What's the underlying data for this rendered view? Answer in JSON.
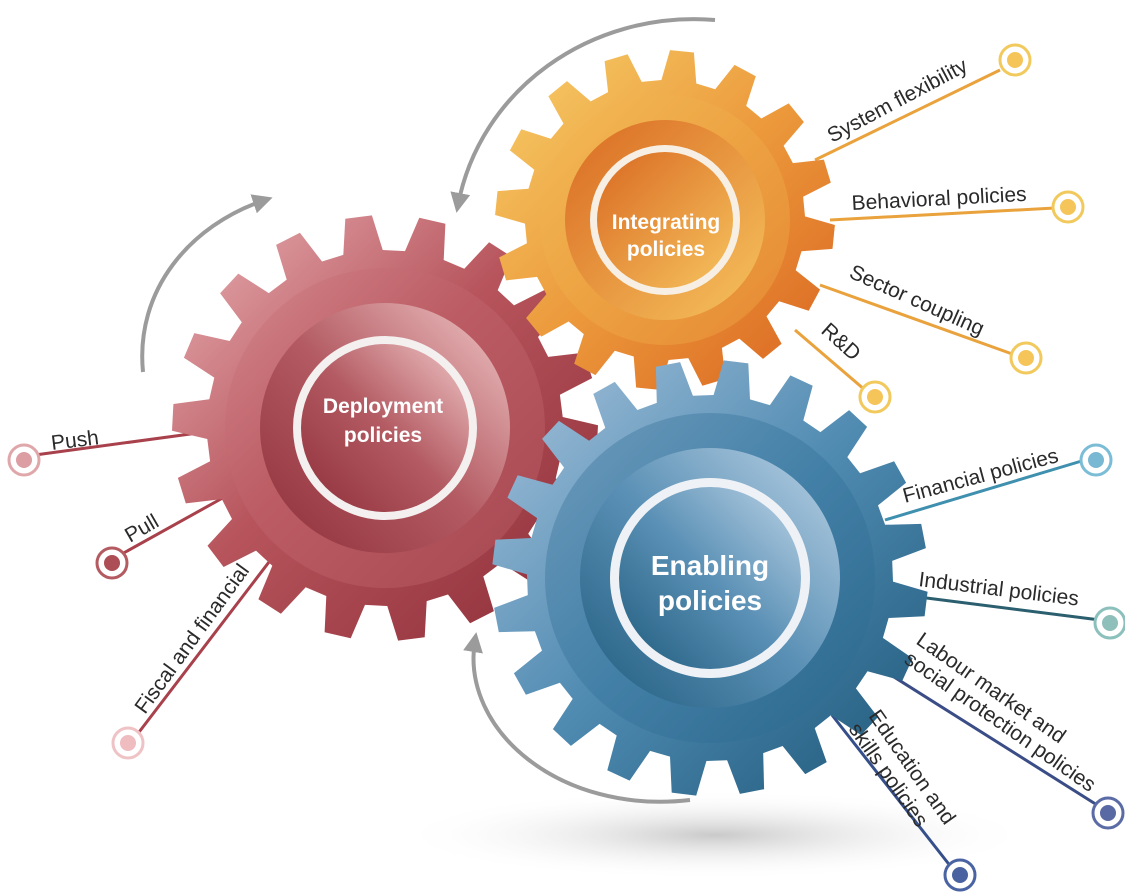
{
  "gears": {
    "integrating": {
      "line1": "Integrating",
      "line2": "policies"
    },
    "deployment": {
      "line1": "Deployment",
      "line2": "policies"
    },
    "enabling": {
      "line1": "Enabling",
      "line2": "policies"
    }
  },
  "labels": {
    "system_flexibility": "System flexibility",
    "behavioral_policies": "Behavioral policies",
    "sector_coupling": "Sector coupling",
    "rnd": "R&D",
    "push": "Push",
    "pull": "Pull",
    "fiscal_financial": "Fiscal and financial",
    "financial_policies": "Financial policies",
    "industrial_policies": "Industrial policies",
    "labour_line1": "Labour market and",
    "labour_line2": "social protection policies",
    "education_line1": "Education and",
    "education_line2": "skills policies"
  },
  "colors": {
    "integrating": "#e8872b",
    "deployment": "#a8414b",
    "enabling": "#3f7ba0",
    "arrow": "#9b9b9b"
  }
}
